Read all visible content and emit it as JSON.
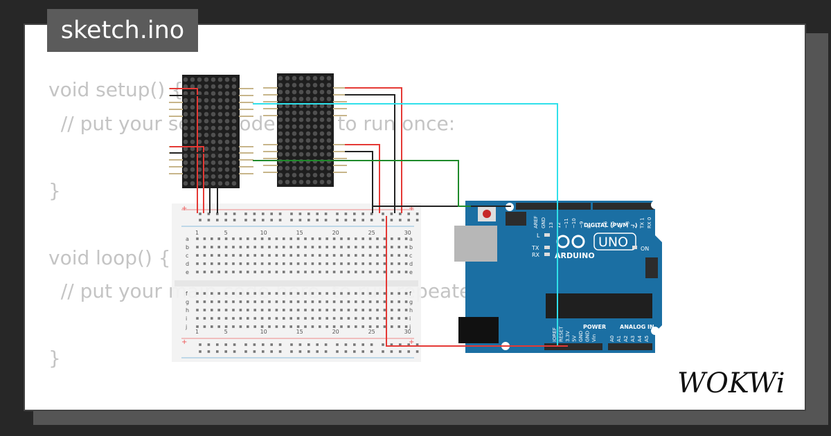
{
  "tab": {
    "filename": "sketch.ino"
  },
  "code_lines": [
    "void setup() {",
    "  // put your setup code here, to run once:",
    "",
    "}",
    "",
    "void loop() {",
    "  // put your main code here, to run repeatedly:",
    "",
    "}"
  ],
  "arduino": {
    "brand": "ARDUINO",
    "model": "UNO",
    "digital_label": "DIGITAL (PWM ~)",
    "power_label": "POWER",
    "analog_label": "ANALOG IN",
    "on_label": "ON",
    "led_l": "L",
    "led_tx": "TX",
    "led_rx": "RX",
    "digital_pins": [
      "AREF",
      "GND",
      "13",
      "12",
      "~11",
      "~10",
      "~9",
      "8",
      "7",
      "~6",
      "~5",
      "4",
      "~3",
      "2",
      "TX 1",
      "RX 0"
    ],
    "power_pins": [
      "IOREF",
      "RESET",
      "3.3V",
      "5V",
      "GND",
      "GND",
      "Vin"
    ],
    "analog_pins": [
      "A0",
      "A1",
      "A2",
      "A3",
      "A4",
      "A5"
    ]
  },
  "breadboard": {
    "column_numbers": [
      "1",
      "5",
      "10",
      "15",
      "20",
      "25",
      "30"
    ],
    "row_letters_top": [
      "a",
      "b",
      "c",
      "d",
      "e"
    ],
    "row_letters_bottom": [
      "f",
      "g",
      "h",
      "i",
      "j"
    ],
    "rail_plus": "+",
    "rail_minus": "-"
  },
  "logo": {
    "text": "WOKWi"
  },
  "colors": {
    "wire_red": "#e53935",
    "wire_black": "#222222",
    "wire_cyan": "#2fe0ea",
    "wire_green": "#1e8a2a",
    "board_blue": "#1b6fa3",
    "matrix_dark": "#1e1e1e"
  }
}
